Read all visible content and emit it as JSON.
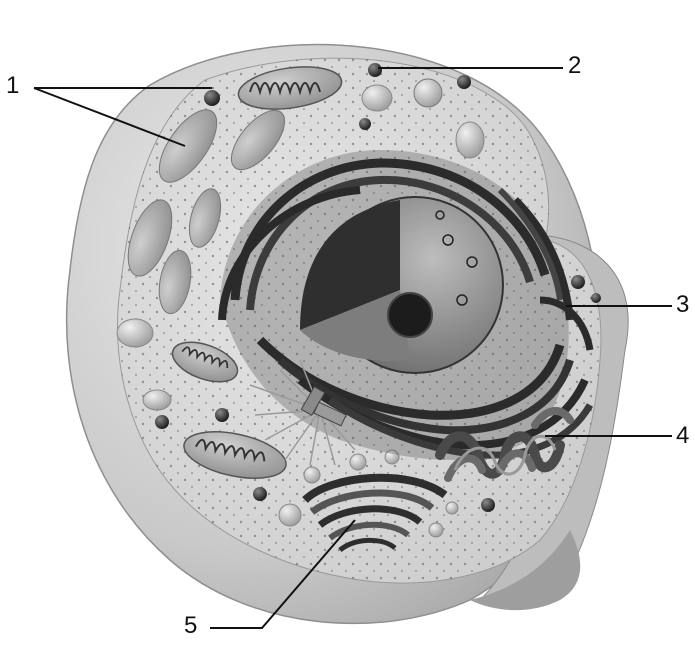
{
  "diagram": {
    "labels": [
      {
        "id": "label-1",
        "text": "1"
      },
      {
        "id": "label-2",
        "text": "2"
      },
      {
        "id": "label-3",
        "text": "3"
      },
      {
        "id": "label-4",
        "text": "4"
      },
      {
        "id": "label-5",
        "text": "5"
      }
    ]
  },
  "colors": {
    "background": "#ffffff",
    "membrane_outer": "#cfcfcf",
    "membrane_inner": "#e2e2e2",
    "cytoplasm": "#d8d8d8",
    "organelle_dark": "#3a3a3a",
    "organelle_mid": "#8a8a8a",
    "leader_line": "#111111"
  }
}
